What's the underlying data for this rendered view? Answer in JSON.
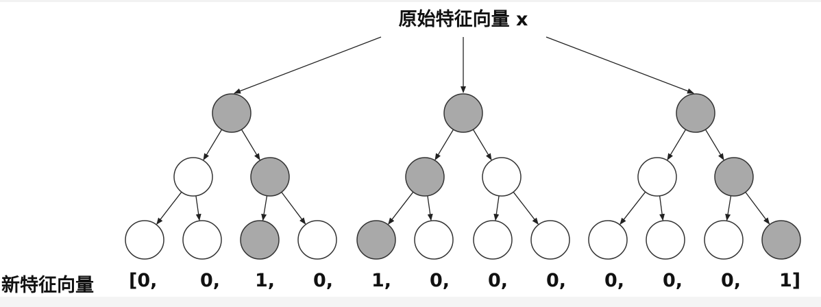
{
  "title": "原始特征向量 x",
  "output_label": "新特征向量",
  "output_values": [
    "[0,",
    "0,",
    "1,",
    "0,",
    "1,",
    "0,",
    "0,",
    "0,",
    "0,",
    "0,",
    "0,",
    "1]"
  ],
  "colors": {
    "active": "#a9a9a9",
    "inactive": "#ffffff",
    "stroke": "#333333"
  },
  "trees": [
    {
      "root_active": true,
      "level2_active": [
        false,
        true
      ],
      "leaves_active": [
        false,
        false,
        true,
        false
      ]
    },
    {
      "root_active": true,
      "level2_active": [
        true,
        false
      ],
      "leaves_active": [
        true,
        false,
        false,
        false
      ]
    },
    {
      "root_active": true,
      "level2_active": [
        false,
        true
      ],
      "leaves_active": [
        false,
        false,
        false,
        true
      ]
    }
  ]
}
